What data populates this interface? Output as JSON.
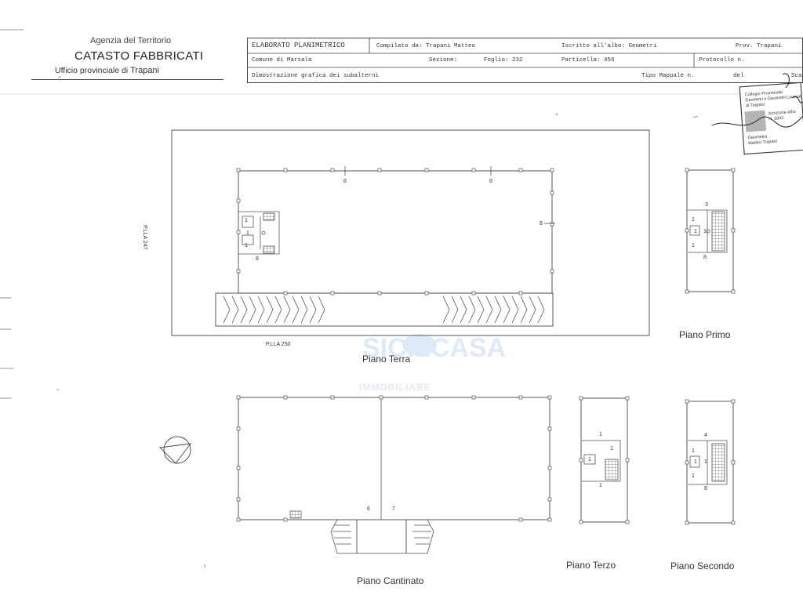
{
  "agency": {
    "line1": "Agenzia del Territorio",
    "line2": "CATASTO FABBRICATI",
    "line3_prefix": "Ufficio provinciale di",
    "line3_city": "Trapani"
  },
  "header": {
    "elaborato": "ELABORATO PLANIMETRICO",
    "compilato": "Compilato da: Trapani Matteo",
    "iscritto": "Iscritto all'albo: Geometri",
    "prov": "Prov. Trapani",
    "comune": "Comune di Marsala",
    "sezione": "Sezione:",
    "foglio": "Foglio: 232",
    "particella": "Particella: 456",
    "protocollo": "Protocollo n.",
    "dimostrazione": "Dimostrazione grafica dei subalterni",
    "tipo_mappale": "Tipo Mappale n.",
    "del": "del",
    "scala": "Sca"
  },
  "stamp": {
    "line1": "Collegio Provinciale",
    "line2": "Geometri e Geometri Laureati",
    "line3": "di Trapani",
    "line4": "Iscrizione albo",
    "line5": "N. 1842",
    "line6": "Geometra",
    "line7": "Matteo Trapani"
  },
  "labels": {
    "plla247": "P.LLA 247",
    "plla250": "P.LLA 250",
    "piano_terra": "Piano Terra",
    "piano_primo": "Piano Primo",
    "piano_cantinato": "Piano Cantinato",
    "piano_terzo": "Piano Terzo",
    "piano_secondo": "Piano Secondo"
  },
  "subalterni": {
    "terra": [
      "8",
      "8",
      "8",
      "1",
      "1",
      "1",
      "8"
    ],
    "primo": [
      "3",
      "1",
      "1",
      "1",
      "1",
      "8"
    ],
    "cantinato": [
      "6",
      "7"
    ],
    "terzo": [
      "1",
      "1",
      "1",
      "1"
    ],
    "secondo": [
      "4",
      "1",
      "1",
      "1",
      "1",
      "8"
    ]
  },
  "watermark": {
    "line1": "SICILCASA",
    "line2": "IMMOBILIARE"
  }
}
